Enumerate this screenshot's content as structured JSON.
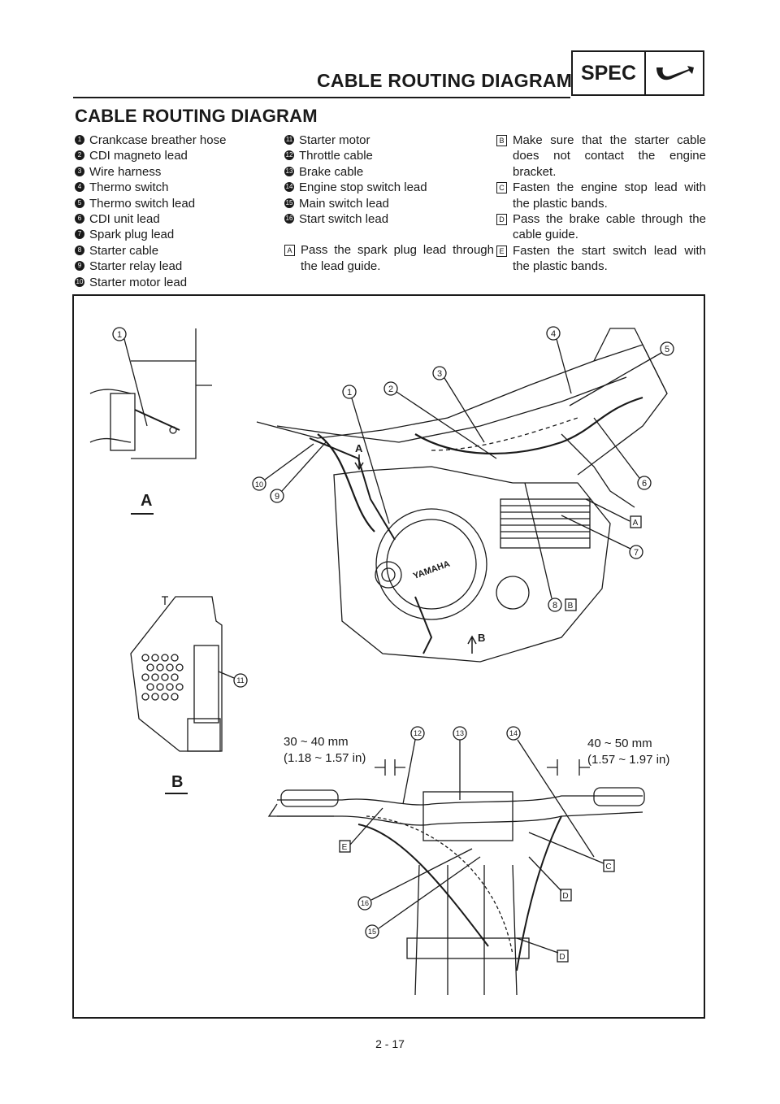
{
  "header": {
    "title": "CABLE ROUTING DIAGRAM",
    "spec_label": "SPEC",
    "spec_icon": "wrench-icon"
  },
  "section_title": "CABLE ROUTING DIAGRAM",
  "legend_col1": [
    {
      "num": "1",
      "text": "Crankcase breather hose"
    },
    {
      "num": "2",
      "text": "CDI magneto lead"
    },
    {
      "num": "3",
      "text": "Wire harness"
    },
    {
      "num": "4",
      "text": "Thermo switch"
    },
    {
      "num": "5",
      "text": "Thermo switch lead"
    },
    {
      "num": "6",
      "text": "CDI unit lead"
    },
    {
      "num": "7",
      "text": "Spark plug lead"
    },
    {
      "num": "8",
      "text": "Starter cable"
    },
    {
      "num": "9",
      "text": "Starter relay lead"
    },
    {
      "num": "10",
      "text": "Starter motor lead"
    }
  ],
  "legend_col2": [
    {
      "num": "11",
      "text": "Starter motor"
    },
    {
      "num": "12",
      "text": "Throttle cable"
    },
    {
      "num": "13",
      "text": "Brake cable"
    },
    {
      "num": "14",
      "text": "Engine stop switch lead"
    },
    {
      "num": "15",
      "text": "Main switch lead"
    },
    {
      "num": "16",
      "text": "Start switch lead"
    }
  ],
  "notes_col2": [
    {
      "letter": "A",
      "text": "Pass the spark plug lead through the lead guide."
    }
  ],
  "notes_col3": [
    {
      "letter": "B",
      "text": "Make sure that the starter cable does not contact the engine bracket."
    },
    {
      "letter": "C",
      "text": "Fasten the engine stop lead with the plastic bands."
    },
    {
      "letter": "D",
      "text": "Pass the brake cable through the cable guide."
    },
    {
      "letter": "E",
      "text": "Fasten the start switch lead with the plastic bands."
    }
  ],
  "diagram": {
    "view_a_label": "A",
    "view_b_label": "B",
    "dim_left_1": "30 ~ 40 mm",
    "dim_left_2": "(1.18 ~ 1.57 in)",
    "dim_right_1": "40 ~ 50 mm",
    "dim_right_2": "(1.57 ~ 1.97 in)",
    "engine_brand": "YAMAHA"
  },
  "page_number": "2 - 17"
}
